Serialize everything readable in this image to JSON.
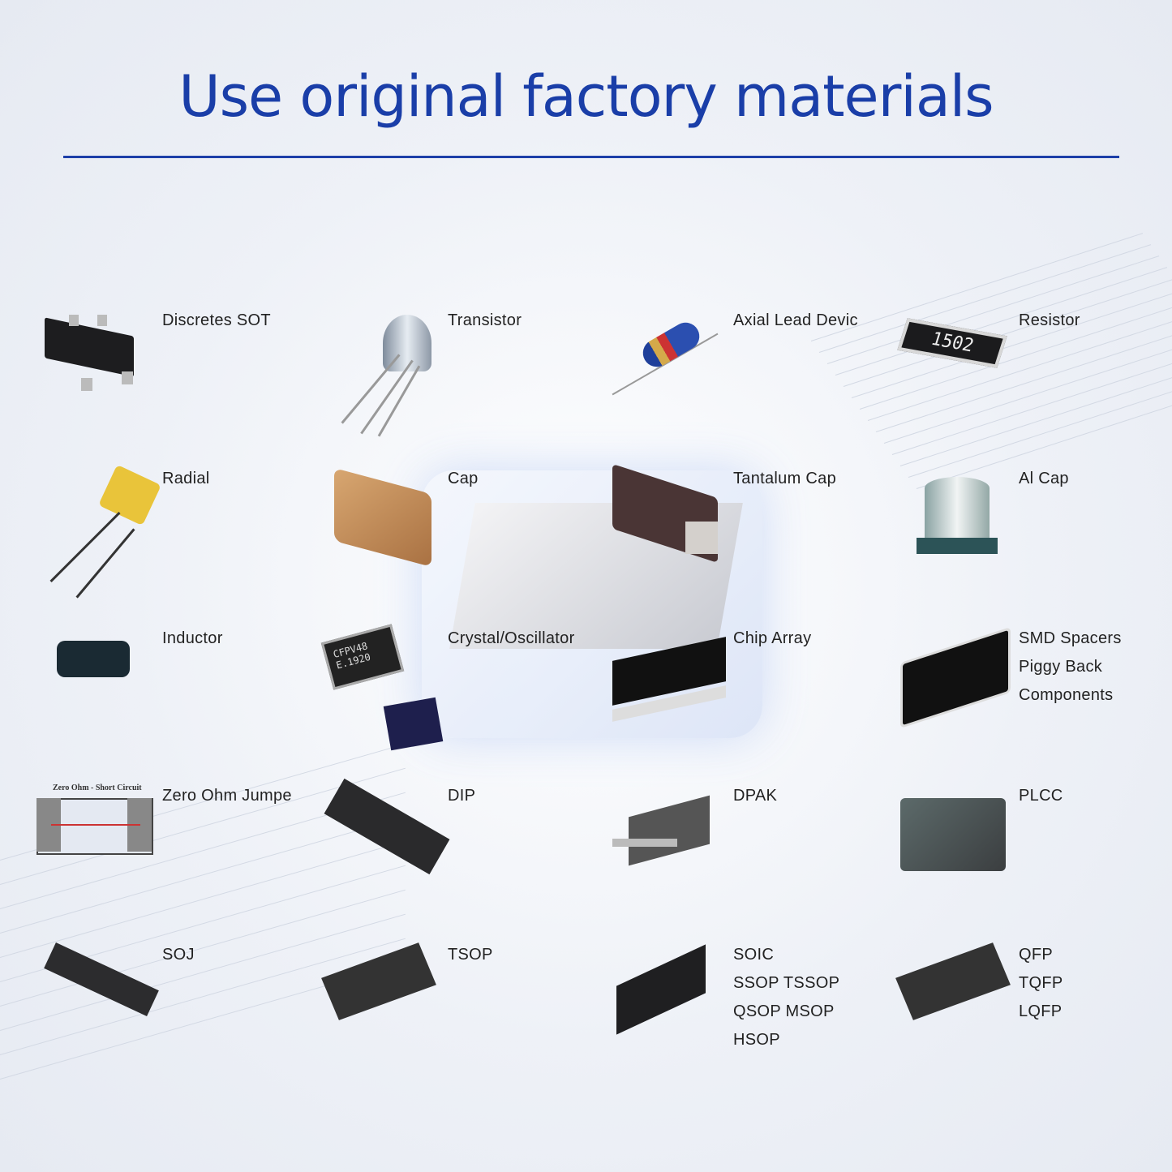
{
  "title": "Use original factory materials",
  "components": [
    {
      "label": [
        "Discretes SOT"
      ]
    },
    {
      "label": [
        "Transistor"
      ]
    },
    {
      "label": [
        "Axial Lead Devic"
      ]
    },
    {
      "label": [
        "Resistor"
      ]
    },
    {
      "label": [
        "Radial"
      ]
    },
    {
      "label": [
        "Cap"
      ]
    },
    {
      "label": [
        "Tantalum Cap"
      ]
    },
    {
      "label": [
        "Al Cap"
      ]
    },
    {
      "label": [
        "Inductor"
      ]
    },
    {
      "label": [
        "Crystal/Oscillator"
      ]
    },
    {
      "label": [
        "Chip Array"
      ]
    },
    {
      "label": [
        "SMD Spacers",
        "Piggy Back",
        "Components"
      ]
    },
    {
      "label": [
        "Zero Ohm Jumpe"
      ]
    },
    {
      "label": [
        "DIP"
      ]
    },
    {
      "label": [
        "DPAK"
      ]
    },
    {
      "label": [
        "PLCC"
      ]
    },
    {
      "label": [
        "SOJ"
      ]
    },
    {
      "label": [
        "TSOP"
      ]
    },
    {
      "label": [
        "SOIC",
        "SSOP TSSOP",
        "QSOP MSOP",
        "HSOP"
      ]
    },
    {
      "label": [
        "QFP",
        "TQFP",
        "LQFP"
      ]
    }
  ],
  "markings": {
    "resistor": "1502",
    "crystal": "CFPV48 E.1920",
    "zero_ohm": "Zero Ohm - Short Circuit"
  },
  "colors": {
    "title": "#1a3ea8",
    "text": "#222222"
  }
}
